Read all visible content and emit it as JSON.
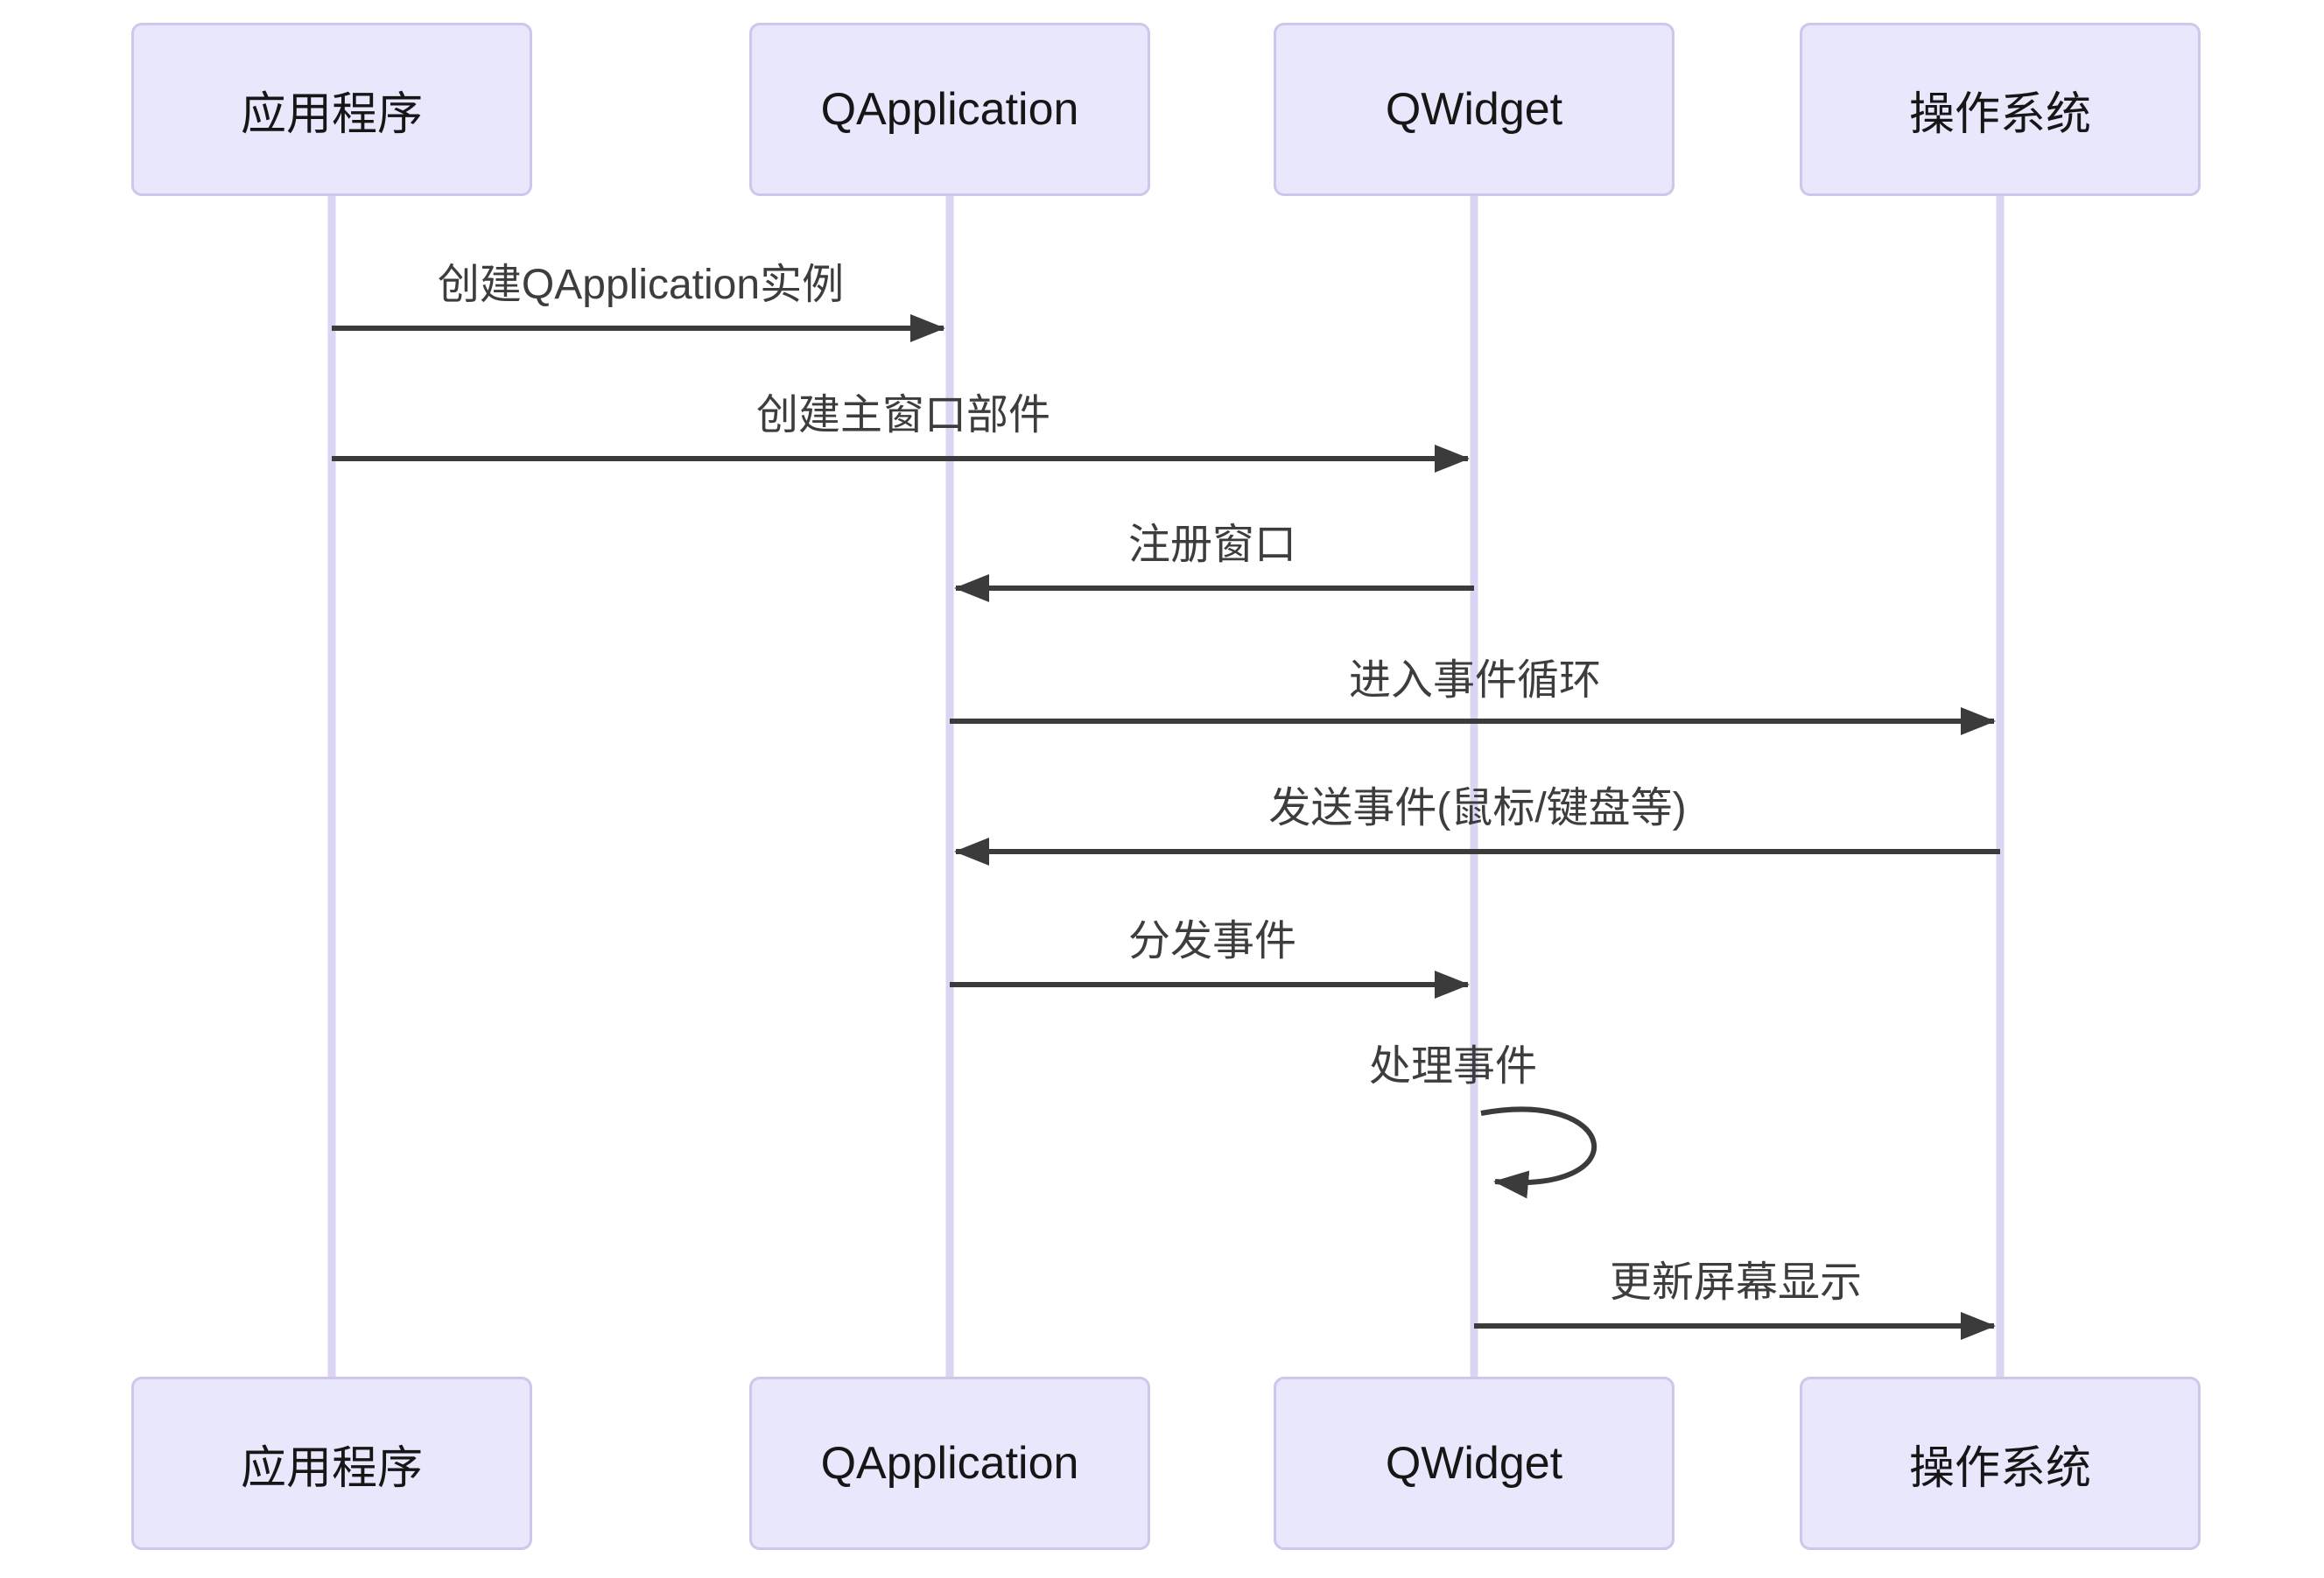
{
  "diagram": {
    "type": "sequence-diagram",
    "background_color": "#ffffff",
    "theme": {
      "actor_fill": "#e9e7fc",
      "actor_border": "#cfc6ec",
      "lifeline_color": "#dbd4f2",
      "arrow_color": "#3b3b3b",
      "actor_text_color": "#161616",
      "message_text_color": "#3d3d3d"
    },
    "participants": [
      {
        "id": "app",
        "label": "应用程序"
      },
      {
        "id": "qapplication",
        "label": "QApplication"
      },
      {
        "id": "qwidget",
        "label": "QWidget"
      },
      {
        "id": "os",
        "label": "操作系统"
      }
    ],
    "messages": [
      {
        "seq": 1,
        "from": "应用程序",
        "to": "QApplication",
        "label": "创建QApplication实例",
        "line": "solid",
        "direction": "right"
      },
      {
        "seq": 2,
        "from": "应用程序",
        "to": "QWidget",
        "label": "创建主窗口部件",
        "line": "solid",
        "direction": "right"
      },
      {
        "seq": 3,
        "from": "QWidget",
        "to": "QApplication",
        "label": "注册窗口",
        "line": "solid",
        "direction": "left"
      },
      {
        "seq": 4,
        "from": "QApplication",
        "to": "操作系统",
        "label": "进入事件循环",
        "line": "solid",
        "direction": "right"
      },
      {
        "seq": 5,
        "from": "操作系统",
        "to": "QApplication",
        "label": "发送事件(鼠标/键盘等)",
        "line": "solid",
        "direction": "left"
      },
      {
        "seq": 6,
        "from": "QApplication",
        "to": "QWidget",
        "label": "分发事件",
        "line": "solid",
        "direction": "right"
      },
      {
        "seq": 7,
        "from": "QWidget",
        "to": "QWidget",
        "label": "处理事件",
        "line": "solid",
        "direction": "self"
      },
      {
        "seq": 8,
        "from": "QWidget",
        "to": "操作系统",
        "label": "更新屏幕显示",
        "line": "solid",
        "direction": "right"
      }
    ]
  }
}
